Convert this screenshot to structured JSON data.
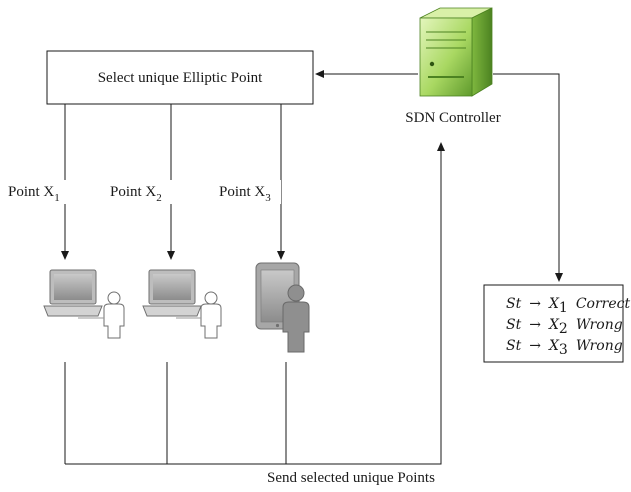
{
  "select_box": {
    "label": "Select unique Elliptic Point"
  },
  "controller": {
    "label": "SDN Controller"
  },
  "points": [
    {
      "label": "Point X",
      "sub": "1"
    },
    {
      "label": "Point X",
      "sub": "2"
    },
    {
      "label": "Point X",
      "sub": "3"
    }
  ],
  "result_box": {
    "rows": [
      {
        "prefix": "St",
        "arrow": "→",
        "var": "X",
        "sub": "1",
        "verdict": "Correct"
      },
      {
        "prefix": "St",
        "arrow": "→",
        "var": "X",
        "sub": "2",
        "verdict": "Wrong"
      },
      {
        "prefix": "St",
        "arrow": "→",
        "var": "X",
        "sub": "3",
        "verdict": "Wrong"
      }
    ]
  },
  "send_label": "Send selected unique Points",
  "colors": {
    "server_light": "#c6e88a",
    "server_dark": "#5f9a2c",
    "device_gray": "#9a9a9a",
    "person_gray": "#8f8f8f",
    "line": "#1a1a1a"
  }
}
